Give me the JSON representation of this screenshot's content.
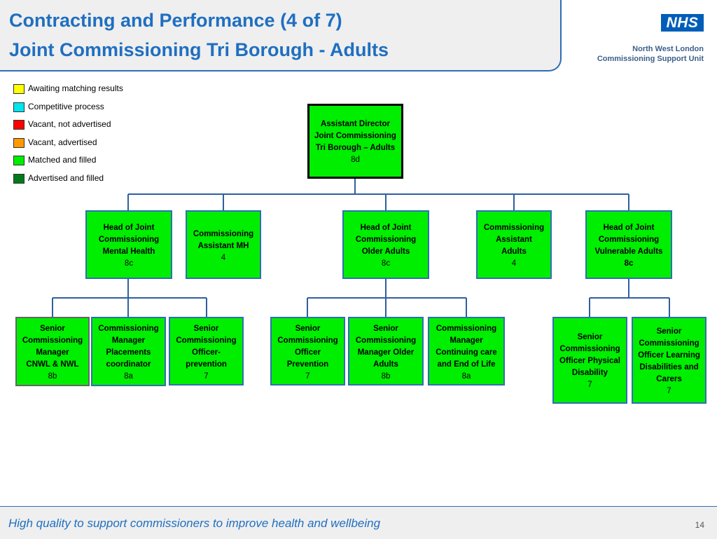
{
  "header": {
    "title_line1": "Contracting and Performance (4 of 7)",
    "title_line2": "Joint Commissioning Tri Borough - Adults",
    "logo_text": "NHS",
    "org_line1": "North West London",
    "org_line2": "Commissioning Support Unit"
  },
  "legend": [
    {
      "label": "Awaiting matching results",
      "color": "#ffff00"
    },
    {
      "label": "Competitive process",
      "color": "#00e5ee"
    },
    {
      "label": "Vacant, not advertised",
      "color": "#ff0000"
    },
    {
      "label": "Vacant, advertised",
      "color": "#ff9900"
    },
    {
      "label": "Matched and filled",
      "color": "#00ee00"
    },
    {
      "label": "Advertised and filled",
      "color": "#007a1a"
    }
  ],
  "org_chart": {
    "director": {
      "title": "Assistant Director\nJoint Commissioning\nTri Borough – Adults",
      "grade": "8d"
    },
    "level2": [
      {
        "title": "Head of Joint\nCommissioning\nMental Health",
        "grade": "8c"
      },
      {
        "title": "Commissioning\nAssistant MH",
        "grade": "4"
      },
      {
        "title": "Head of Joint\nCommissioning\nOlder Adults",
        "grade": "8c"
      },
      {
        "title": "Commissioning\nAssistant\nAdults",
        "grade": "4"
      },
      {
        "title": "Head of Joint\nCommissioning\nVulnerable Adults",
        "grade": "8c"
      }
    ],
    "level3": [
      {
        "title": "Senior\nCommissioning\nManager\nCNWL & NWL",
        "grade": "8b"
      },
      {
        "title": "Commissioning\nManager\nPlacements\ncoordinator",
        "grade": "8a"
      },
      {
        "title": "Senior\nCommissioning\nOfficer-\nprevention",
        "grade": "7"
      },
      {
        "title": "Senior\nCommissioning\nOfficer\nPrevention",
        "grade": "7"
      },
      {
        "title": "Senior\nCommissioning\nManager Older\nAdults",
        "grade": "8b"
      },
      {
        "title": "Commissioning\nManager\nContinuing care\nand End of Life",
        "grade": "8a"
      },
      {
        "title": "Senior\nCommissioning\nOfficer Physical\nDisability",
        "grade": "7"
      },
      {
        "title": "Senior\nCommissioning\nOfficer Learning\nDisabilities and\nCarers",
        "grade": "7"
      }
    ]
  },
  "footer": {
    "tagline": "High quality to support commissioners to improve health and wellbeing",
    "page_number": "14"
  }
}
